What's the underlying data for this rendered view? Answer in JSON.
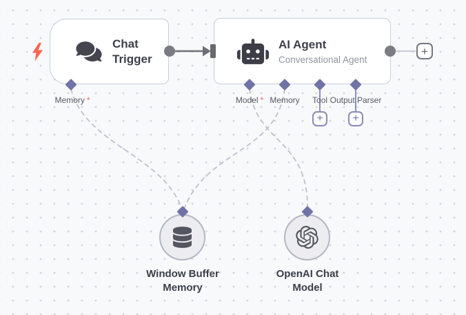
{
  "app": {
    "name": "workflow-canvas"
  },
  "colors": {
    "canvas_bg": "#f8f9fb",
    "dot_grid": "#d3d6de",
    "node_border": "#c7ccd8",
    "endpoint_purple": "#7173a6",
    "connector_gray": "#7b7b84",
    "dashed_connection_gray": "#bcc1cc",
    "required_red": "#ef5d5d",
    "trigger_bolt_orange": "#ff6450"
  },
  "nodes": {
    "chat_trigger": {
      "title": "Chat Trigger",
      "icon": "chat-bubbles-icon",
      "input_below": {
        "label": "Memory",
        "required": "*"
      }
    },
    "ai_agent": {
      "title": "AI Agent",
      "subtitle": "Conversational Agent",
      "icon": "robot-icon",
      "inputs_below": [
        {
          "label": "Model",
          "required": "*"
        },
        {
          "label": "Memory",
          "required": ""
        },
        {
          "label": "Tool",
          "required": ""
        },
        {
          "label": "Output Parser",
          "required": ""
        }
      ]
    },
    "window_buffer_memory": {
      "title": "Window Buffer Memory",
      "icon": "database-icon"
    },
    "openai_chat_model": {
      "title": "OpenAI Chat Model",
      "icon": "openai-logo-icon"
    }
  },
  "ui": {
    "plus": "+"
  }
}
